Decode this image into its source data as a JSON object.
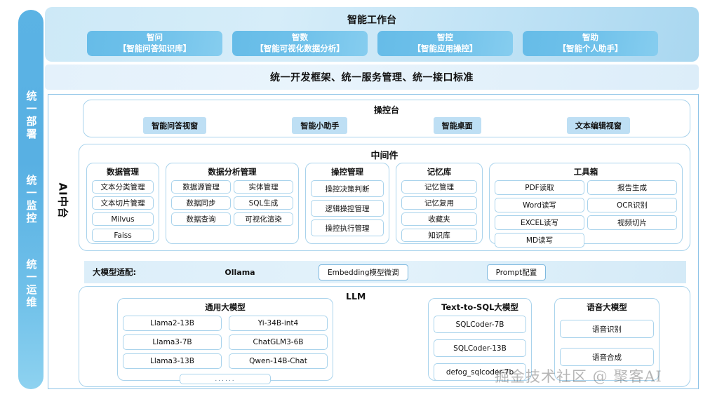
{
  "sidebar": {
    "items": [
      {
        "label": "统一部署"
      },
      {
        "label": "统一监控"
      },
      {
        "label": "统一运维"
      }
    ]
  },
  "ai_platform": {
    "label": "AI中台"
  },
  "workbench": {
    "title": "智能工作台",
    "cards": [
      {
        "name": "智问",
        "sub": "【智能问答知识库】"
      },
      {
        "name": "智数",
        "sub": "【智能可视化数据分析】"
      },
      {
        "name": "智控",
        "sub": "【智能应用操控】"
      },
      {
        "name": "智助",
        "sub": "【智能个人助手】"
      }
    ]
  },
  "framework": {
    "title": "统一开发框架、统一服务管理、统一接口标准"
  },
  "console": {
    "title": "操控台",
    "chips": [
      {
        "label": "智能问答视窗"
      },
      {
        "label": "智能小助手"
      },
      {
        "label": "智能桌面"
      },
      {
        "label": "文本编辑视窗"
      }
    ]
  },
  "middleware": {
    "title": "中间件",
    "groups": [
      {
        "title": "数据管理",
        "cells": [
          "文本分类管理",
          "文本切片管理",
          "Milvus",
          "Faiss"
        ]
      },
      {
        "title": "数据分析管理",
        "cells": [
          "数据源管理",
          "实体管理",
          "数据同步",
          "SQL生成",
          "数据查询",
          "可视化渲染"
        ]
      },
      {
        "title": "操控管理",
        "cells": [
          "操控决策判断",
          "逻辑操控管理",
          "操控执行管理"
        ]
      },
      {
        "title": "记忆库",
        "cells": [
          "记忆管理",
          "记忆复用",
          "收藏夹",
          "知识库"
        ]
      },
      {
        "title": "工具箱",
        "cells": [
          "PDF读取",
          "报告生成",
          "Word读写",
          "OCR识别",
          "EXCEL读写",
          "视频切片",
          "MD读写"
        ]
      }
    ]
  },
  "adapt": {
    "label": "大模型适配:",
    "runtime": "Ollama",
    "buttons": [
      {
        "label": "Embedding模型微调"
      },
      {
        "label": "Prompt配置"
      }
    ]
  },
  "llm": {
    "title": "LLM",
    "groups": [
      {
        "title": "通用大模型",
        "cells": [
          "Llama2-13B",
          "Yi-34B-int4",
          "Llama3-7B",
          "ChatGLM3-6B",
          "Llama3-13B",
          "Qwen-14B-Chat"
        ],
        "dots": "......"
      },
      {
        "title": "Text-to-SQL大模型",
        "cells": [
          "SQLCoder-7B",
          "SQLCoder-13B",
          "defog_sqlcoder-7b"
        ]
      },
      {
        "title": "语音大模型",
        "cells": [
          "语音识别",
          "语音合成"
        ]
      }
    ]
  },
  "watermark": {
    "text": "掘金技术社区 @ 聚客AI"
  }
}
